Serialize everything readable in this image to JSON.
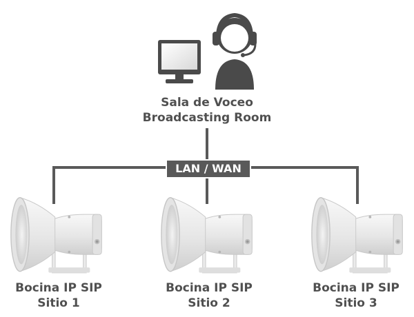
{
  "room": {
    "label_line1": "Sala de Voceo",
    "label_line2": "Broadcasting Room",
    "monitor_icon": "monitor-icon",
    "operator_icon": "headset-operator-icon"
  },
  "network": {
    "label": "LAN / WAN"
  },
  "speakers": [
    {
      "label_line1": "Bocina IP SIP",
      "label_line2": "Sitio 1",
      "icon": "horn-speaker-icon"
    },
    {
      "label_line1": "Bocina IP SIP",
      "label_line2": "Sitio 2",
      "icon": "horn-speaker-icon"
    },
    {
      "label_line1": "Bocina IP SIP",
      "label_line2": "Sitio 3",
      "icon": "horn-speaker-icon"
    }
  ],
  "colors": {
    "line": "#595959",
    "text": "#505050",
    "icon_dark": "#4a4a4a",
    "speaker_body": "#e9e9e9"
  }
}
